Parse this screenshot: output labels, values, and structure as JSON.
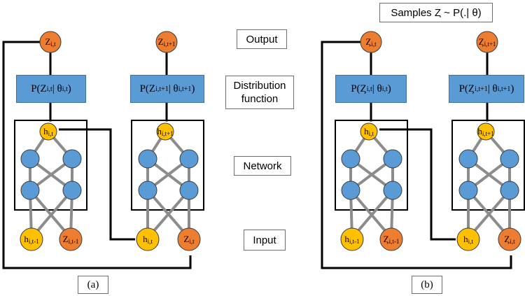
{
  "center_labels": {
    "output": "Output",
    "distribution_line1": "Distribution",
    "distribution_line2": "function",
    "network": "Network",
    "input": "Input"
  },
  "samples_label": "Samples  Ȥ ~ P(.| θ)",
  "captions": {
    "a": "(a)",
    "b": "(b)"
  },
  "panel_a": {
    "nodes": {
      "out_t": {
        "main": "Z",
        "sub": "i,t"
      },
      "out_t1": {
        "main": "Z",
        "sub": "i,t+1"
      },
      "h_t": {
        "main": "h",
        "sub": "i,t"
      },
      "h_t1": {
        "main": "h",
        "sub": "i,t+1"
      },
      "in_h_prev": {
        "main": "h",
        "sub": "i,t-1"
      },
      "in_z_prev": {
        "main": "Z",
        "sub": "i,t-1"
      },
      "in_h_t": {
        "main": "h",
        "sub": "i,t"
      },
      "in_z_t": {
        "main": "Z",
        "sub": "i,t"
      }
    },
    "dist_t": {
      "pre": "P(Z",
      "sub1": "i,t",
      "mid": "| θ",
      "sub2": "i,t",
      "post": ")"
    },
    "dist_t1": {
      "pre": "P(Z",
      "sub1": "i,t+1",
      "mid": "| θ",
      "sub2": "i,t+1",
      "post": ")"
    }
  },
  "panel_b": {
    "nodes": {
      "out_t": {
        "main": "Ȥ",
        "sub": "i,t"
      },
      "out_t1": {
        "main": "Ȥ",
        "sub": "i,t+1"
      },
      "h_t": {
        "main": "h",
        "sub": "i,t"
      },
      "h_t1": {
        "main": "h",
        "sub": "i,t+1"
      },
      "in_h_prev": {
        "main": "h",
        "sub": "i,t-1"
      },
      "in_z_prev": {
        "main": "Ȥ",
        "sub": "i,t-1"
      },
      "in_h_t": {
        "main": "h",
        "sub": "i,t"
      },
      "in_z_t": {
        "main": "Ȥ",
        "sub": "i,t"
      }
    },
    "dist_t": {
      "pre": "P(Ȥ",
      "sub1": "i,t",
      "mid": "| θ",
      "sub2": "i,t",
      "post": ")"
    },
    "dist_t1": {
      "pre": "P(Ȥ",
      "sub1": "i,t+1",
      "mid": "| θ",
      "sub2": "i,t+1",
      "post": ")"
    }
  },
  "colors": {
    "orange_node": "#ed7d31",
    "yellow_node": "#ffc000",
    "blue_node": "#5b9bd5",
    "node_outline": "#3b3b3b",
    "edge_gray": "#8c8c8c",
    "distribution_box": "#5b9bd5"
  }
}
